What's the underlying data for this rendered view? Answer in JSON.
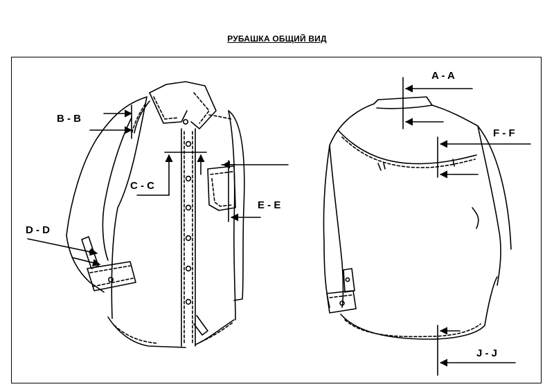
{
  "title": "РУБАШКА ОБЩИЙ ВИД",
  "sections": {
    "a": "A - A",
    "b": "B - B",
    "c": "C - C",
    "d": "D - D",
    "e": "E - E",
    "f": "F - F",
    "j": "J - J"
  }
}
